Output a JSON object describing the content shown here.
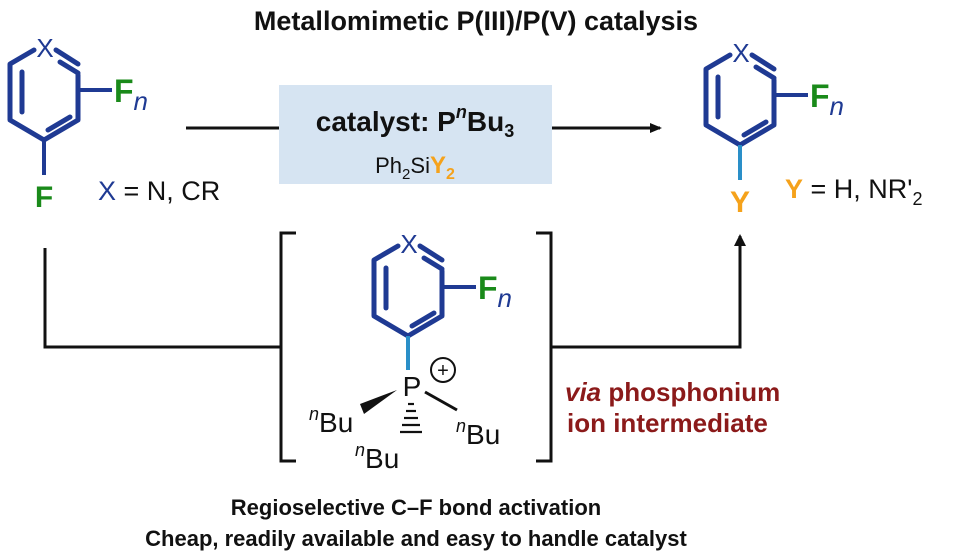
{
  "title": "Metallomimetic P(III)/P(V) catalysis",
  "colors": {
    "ring": "#1f3a93",
    "fluorine": "#1a8a1a",
    "y_orange": "#f5a21b",
    "via_red": "#8b1a1a",
    "catalyst_box": "#d6e4f2",
    "p_bond": "#2a8fc8",
    "line": "#111111"
  },
  "substrate": {
    "ring_atom": "X",
    "substituent": "F",
    "subscript": "n",
    "leaving_atom": "F",
    "x_def_atom": "X",
    "x_def_rest": " = N, CR"
  },
  "catalyst": {
    "prefix": "catalyst: P",
    "superscript": "n",
    "base": "Bu",
    "subscript": "3",
    "reagent_ph": "Ph",
    "reagent_ph_sub": "2",
    "reagent_si": "Si",
    "reagent_y": "Y",
    "reagent_y_sub": "2"
  },
  "product": {
    "ring_atom": "X",
    "substituent": "F",
    "subscript": "n",
    "new_atom": "Y",
    "y_def_atom": "Y",
    "y_def_rest": " = H, NR'",
    "y_def_sub": "2"
  },
  "intermediate": {
    "ring_atom": "X",
    "substituent": "F",
    "subscript": "n",
    "phosphorus": "P",
    "charge": "+",
    "bu_sup": "n",
    "bu": "Bu"
  },
  "via": {
    "italic": "via",
    "line1_rest": " phosphonium",
    "line2": "ion intermediate"
  },
  "footer": {
    "line1": "Regioselective C–F bond activation",
    "line2": "Cheap, readily available and easy to handle catalyst"
  }
}
